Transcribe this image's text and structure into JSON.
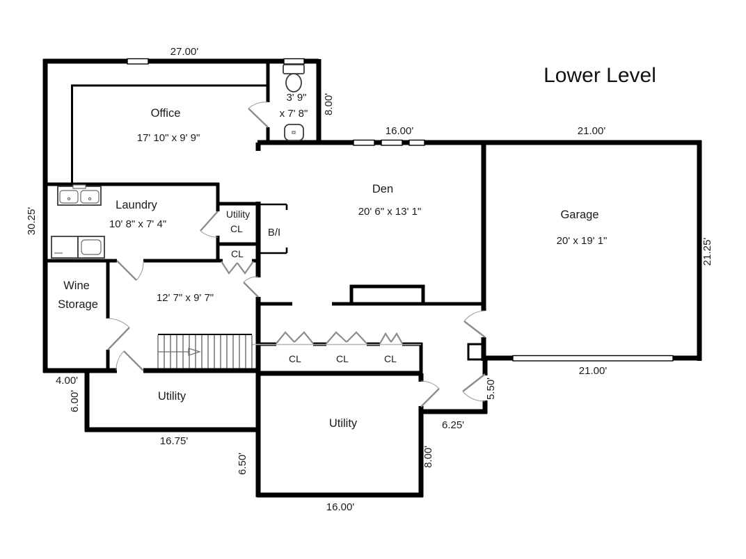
{
  "title": "Lower Level",
  "colors": {
    "wall": "#000000",
    "door": "#8c8c8c",
    "text": "#1b1b1b",
    "background": "#ffffff"
  },
  "rooms": {
    "office": {
      "name": "Office",
      "dims": "17' 10\" x 9' 9\""
    },
    "laundry": {
      "name": "Laundry",
      "dims": "10' 8\" x 7' 4\""
    },
    "den": {
      "name": "Den",
      "dims": "20' 6\" x 13' 1\""
    },
    "garage": {
      "name": "Garage",
      "dims": "20' x 19' 1\""
    },
    "bath": {
      "dims_line1": "3' 9\"",
      "dims_line2": "x 7' 8\""
    },
    "wine_storage": {
      "name_line1": "Wine",
      "name_line2": "Storage"
    },
    "rec_room": {
      "dims": "12' 7\" x 9' 7\""
    },
    "utility_left": {
      "name": "Utility"
    },
    "utility_bottom": {
      "name": "Utility"
    }
  },
  "closets": {
    "utility_closet_line1": "Utility",
    "utility_closet_line2": "CL",
    "small_closet": "CL",
    "built_in": "B/I",
    "hall_closets": [
      "CL",
      "CL",
      "CL"
    ]
  },
  "dimensions": {
    "top_width": "27.00'",
    "left_height": "30.25'",
    "bath_right": "8.00'",
    "den_top": "16.00'",
    "garage_top": "21.00'",
    "garage_right": "21.25'",
    "garage_bottom": "21.00'",
    "step_left": "4.00'",
    "utility_left_height": "6.00'",
    "utility_left_width": "16.75'",
    "utility_bottom_left": "6.50'",
    "utility_bottom_width": "16.00'",
    "utility_bottom_right": "8.00'",
    "hall_width": "6.25'",
    "hall_height": "5.50'"
  }
}
